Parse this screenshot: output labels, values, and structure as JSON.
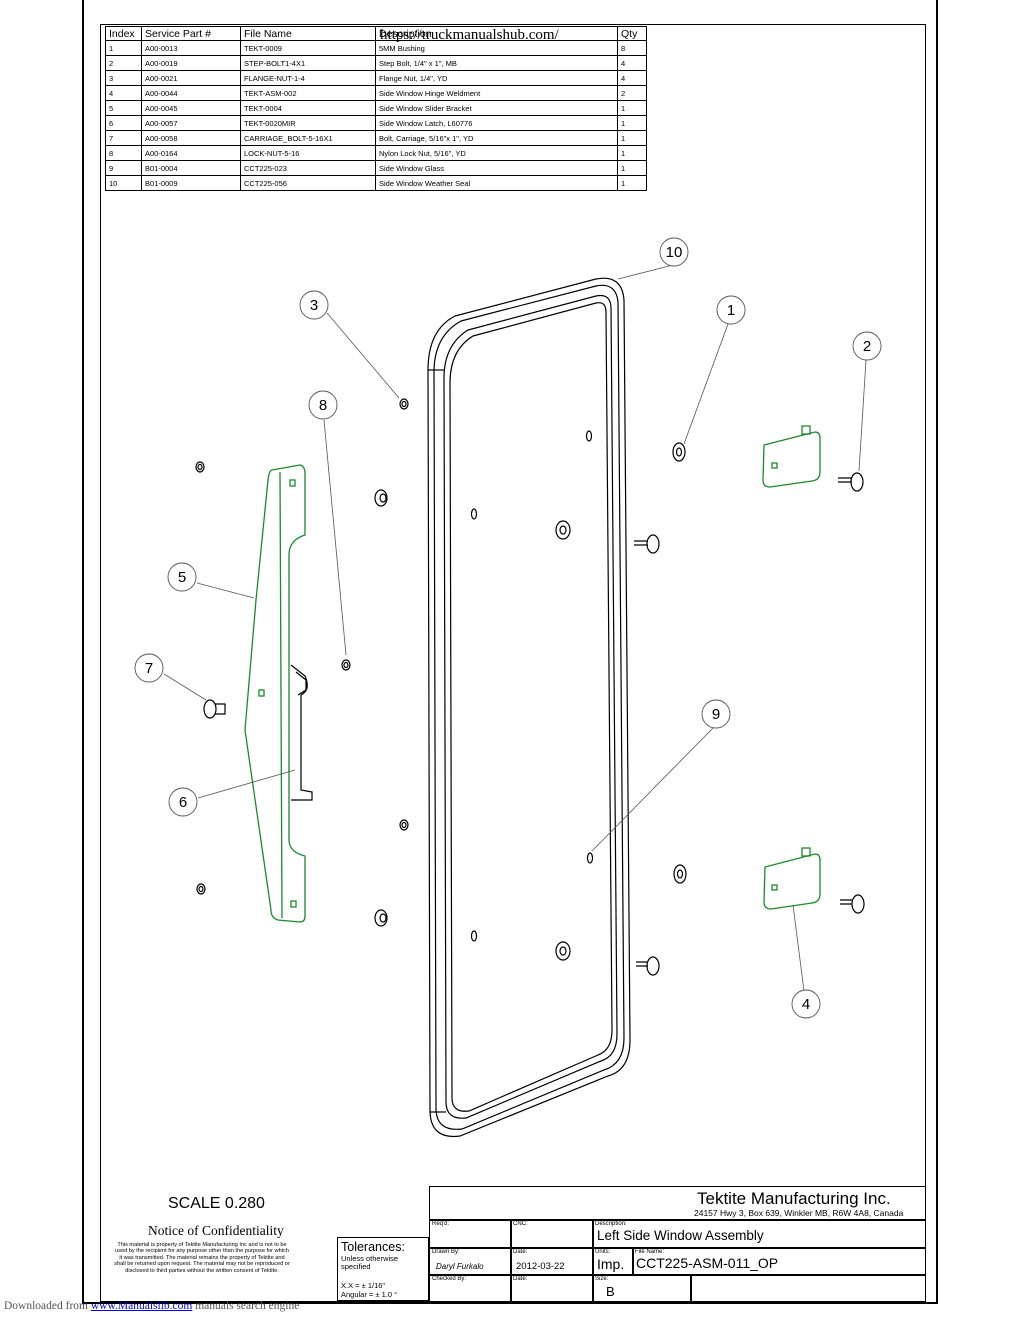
{
  "bom": {
    "headers": [
      "Index",
      "Service Part #",
      "File Name",
      "Description",
      "Qty"
    ],
    "rows": [
      [
        "1",
        "A00-0013",
        "TEKT-0009",
        "5MM Bushing",
        "8"
      ],
      [
        "2",
        "A00-0019",
        "STEP-BOLT1-4X1",
        "Step Bolt, 1/4\" x 1\", MB",
        "4"
      ],
      [
        "3",
        "A00-0021",
        "FLANGE-NUT-1-4",
        "Flange Nut, 1/4\", YD",
        "4"
      ],
      [
        "4",
        "A00-0044",
        "TEKT-ASM-002",
        "Side Window Hinge Weldment",
        "2"
      ],
      [
        "5",
        "A00-0045",
        "TEKT-0004",
        "Side Window Slider Bracket",
        "1"
      ],
      [
        "6",
        "A00-0057",
        "TEKT-0020MIR",
        "Side Window Latch, L60776",
        "1"
      ],
      [
        "7",
        "A00-0058",
        "CARRIAGE_BOLT-5-16X1",
        "Bolt, Carriage, 5/16\"x 1\", YD",
        "1"
      ],
      [
        "8",
        "A00-0164",
        "LOCK-NUT-5-16",
        "Nylon Lock Nut, 5/16\", YD",
        "1"
      ],
      [
        "9",
        "B01-0004",
        "CCT225-023",
        "Side Window Glass",
        "1"
      ],
      [
        "10",
        "B01-0009",
        "CCT225-056",
        "Side Window Weather Seal",
        "1"
      ]
    ]
  },
  "watermark": "https://truckmanualshub.com/",
  "callouts": [
    "1",
    "2",
    "3",
    "4",
    "5",
    "6",
    "7",
    "8",
    "9",
    "10"
  ],
  "scale": "SCALE  0.280",
  "notice": {
    "title": "Notice of Confidentiality",
    "body": "This material is property of Tektite Manufacturing Inc and is not to be used by the recipient for any purpose other than the purpose for which it was transmitted. The material remains the property of Tektite and shall be returned upon request. The material may not be reproduced or disclosed to third parties without the written consent of Tektite."
  },
  "tolerances": {
    "title": "Tolerances:",
    "sub": "Unless otherwise specified",
    "xx": "X.X = ±    1/16\"",
    "angular": "Angular = ±       1.0 °"
  },
  "titleblock": {
    "company": "Tektite Manufacturing Inc.",
    "address": "24157 Hwy 3, Box 639, Winkler MB, R6W 4A8, Canada",
    "reqd_label": "Req'd:",
    "cnc_label": "CNC:",
    "description_label": "Description:",
    "description": "Left Side Window Assembly",
    "drawn_by_label": "Drawn By:",
    "drawn_by": "Daryl Furkalo",
    "date_label": "Date:",
    "date": "2012-03-22",
    "units_label": "Units:",
    "units": "Imp.",
    "file_name_label": "File Name:",
    "file_name": "CCT225-ASM-011_OP",
    "checked_by_label": "Checked By:",
    "date2_label": "Date:",
    "size_label": "Size:",
    "size": "B"
  },
  "footer": {
    "prefix": "Downloaded from ",
    "link": "www.Manualslib.com",
    "suffix": "  manuals search engine"
  },
  "colors": {
    "highlight": "#1a8a2a",
    "line": "#000000"
  }
}
